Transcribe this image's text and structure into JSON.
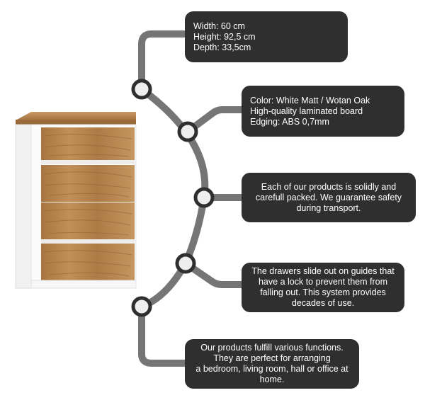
{
  "product": {
    "name_icon": "chest-of-drawers-icon",
    "colors": {
      "body": "#ffffff",
      "oak": "#b07d47",
      "line": "#757575",
      "box": "#2f2f2f"
    }
  },
  "features": [
    {
      "id": "dimensions",
      "lines": [
        "Width: 60 cm",
        "Height: 92,5 cm",
        "Depth: 33,5cm"
      ]
    },
    {
      "id": "material",
      "lines": [
        "Color: White Matt / Wotan Oak",
        "High-quality laminated board",
        "Edging: ABS 0,7mm"
      ]
    },
    {
      "id": "packing",
      "lines": [
        "Each of our products is solidly and",
        "carefull packed. We guarantee safety",
        "during transport."
      ]
    },
    {
      "id": "drawers",
      "lines": [
        "The drawers slide out on guides that",
        "have a lock to prevent them from",
        "falling out. This system provides",
        "decades of use."
      ]
    },
    {
      "id": "functions",
      "lines": [
        "Our products fulfill various functions.",
        "They are perfect for arranging",
        "a bedroom, living room, hall or office at",
        "home."
      ]
    }
  ]
}
